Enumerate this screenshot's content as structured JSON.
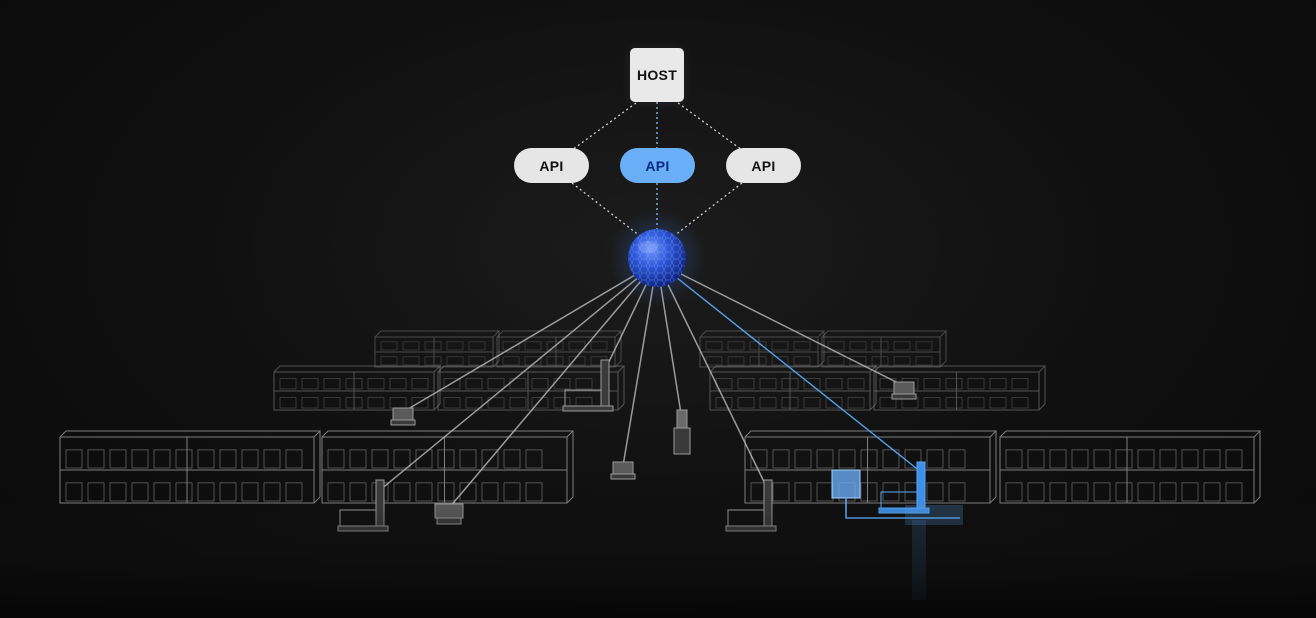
{
  "diagram": {
    "host": {
      "label": "HOST"
    },
    "apis": [
      {
        "label": "API",
        "highlighted": false
      },
      {
        "label": "API",
        "highlighted": true
      },
      {
        "label": "API",
        "highlighted": false
      }
    ],
    "hub": {
      "icon": "network-sphere-icon"
    },
    "robots": [
      {
        "icon": "forklift-robot-icon",
        "highlighted": false
      },
      {
        "icon": "pallet-robot-icon",
        "highlighted": false
      },
      {
        "icon": "mobile-robot-icon",
        "highlighted": false
      },
      {
        "icon": "forklift-robot-icon",
        "highlighted": false
      },
      {
        "icon": "mobile-robot-icon",
        "highlighted": false
      },
      {
        "icon": "tugger-robot-icon",
        "highlighted": false
      },
      {
        "icon": "forklift-robot-icon",
        "highlighted": false
      },
      {
        "icon": "forklift-robot-icon",
        "highlighted": true
      },
      {
        "icon": "mobile-robot-icon",
        "highlighted": false
      }
    ]
  },
  "colors": {
    "background": "#0c0c0c",
    "accent": "#5aa8f5",
    "hub": "#2a55d6",
    "node": "#e6e6e6",
    "line": "#bdbdbd",
    "rack": "#8a8a8a"
  }
}
